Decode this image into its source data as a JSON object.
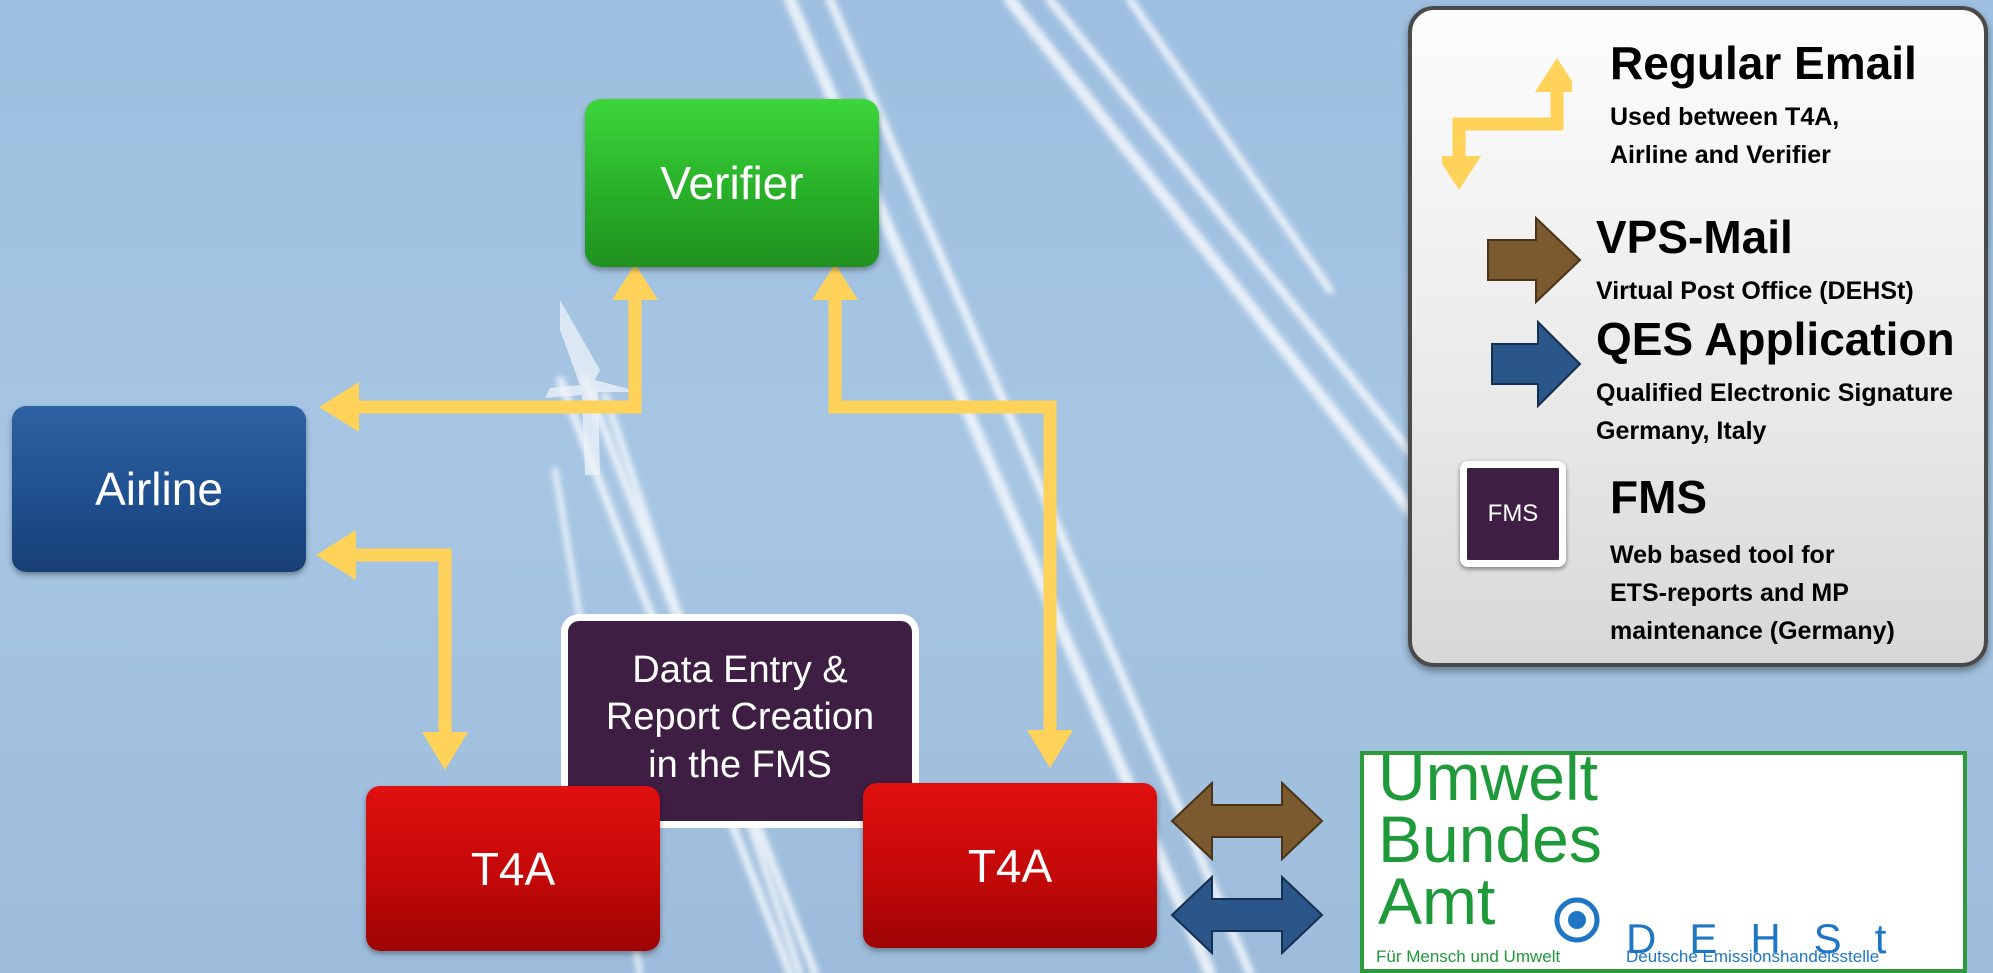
{
  "nodes": {
    "verifier": "Verifier",
    "airline": "Airline",
    "fms_process": [
      "Data Entry &",
      "Report Creation",
      "in the FMS"
    ],
    "t4a_left": "T4A",
    "t4a_right": "T4A"
  },
  "legend": {
    "regular_email": {
      "title": "Regular Email",
      "desc": [
        "Used between T4A,",
        "Airline and Verifier"
      ]
    },
    "vps_mail": {
      "title": "VPS-Mail",
      "desc": [
        "Virtual Post Office (DEHSt)"
      ]
    },
    "qes_application": {
      "title": "QES Application",
      "desc": [
        "Qualified Electronic Signature",
        "Germany, Italy"
      ]
    },
    "fms": {
      "icon_label": "FMS",
      "title": "FMS",
      "desc": [
        "Web based tool for",
        "ETS-reports and MP",
        "maintenance (Germany)"
      ]
    }
  },
  "authority_logo": {
    "lines": [
      "Umwelt",
      "Bundes",
      "Amt"
    ],
    "dehst": "DEHSt",
    "footer_left": "Für Mensch und Umwelt",
    "footer_right": "Deutsche Emissionshandelsstelle"
  },
  "colors": {
    "email_arrow": "#ffd25a",
    "vps_arrow": "#7a5a2e",
    "qes_arrow": "#254f80",
    "verifier": "#2ab82a",
    "airline": "#1f4f8f",
    "t4a": "#c80808",
    "fms": "#3f1e43"
  },
  "icons": {
    "email": "bidirectional-elbow-arrow-icon",
    "vps": "brown-arrow-icon",
    "qes": "blue-arrow-icon",
    "background": "contrails-sky-image"
  }
}
